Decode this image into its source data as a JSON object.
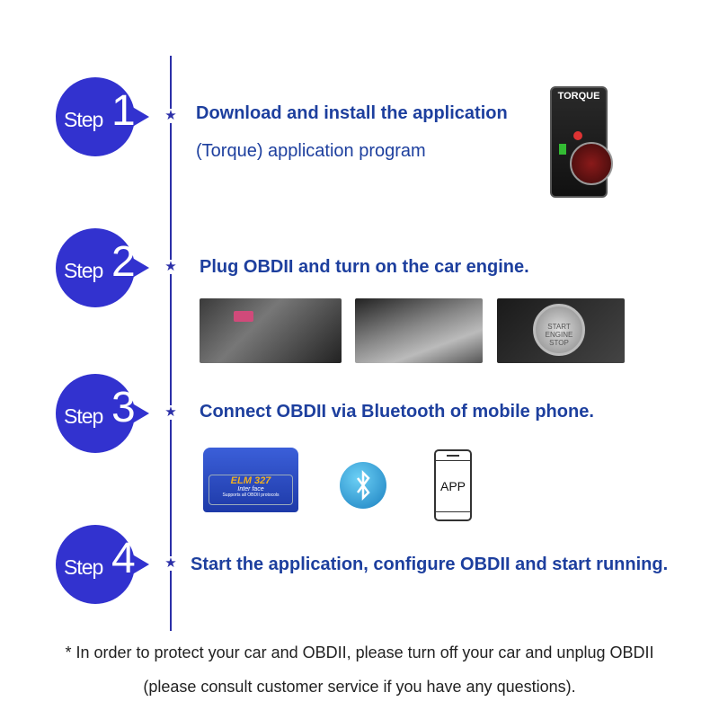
{
  "step_word": "Step",
  "steps": [
    {
      "number": "1",
      "title": "Download and install the application",
      "subtitle": "(Torque) application program"
    },
    {
      "number": "2",
      "title": "Plug OBDII and turn on the car engine."
    },
    {
      "number": "3",
      "title": "Connect OBDII via Bluetooth of mobile phone."
    },
    {
      "number": "4",
      "title": "Start the application, configure OBDII and start running."
    }
  ],
  "torque_app": {
    "name": "TORQUE"
  },
  "adapter": {
    "label": "ELM 327",
    "sub1": "Inter face",
    "sub2": "Supports all OBDII protocols"
  },
  "phone": {
    "label": "APP"
  },
  "start_button": {
    "label": "START ENGINE STOP"
  },
  "notes": {
    "line1": "* In order to protect your car and OBDII, please turn off your car and unplug OBDII",
    "line2": "(please consult customer service if you have any questions)."
  },
  "colors": {
    "accent": "#3232cf",
    "text": "#1d3f9e"
  }
}
